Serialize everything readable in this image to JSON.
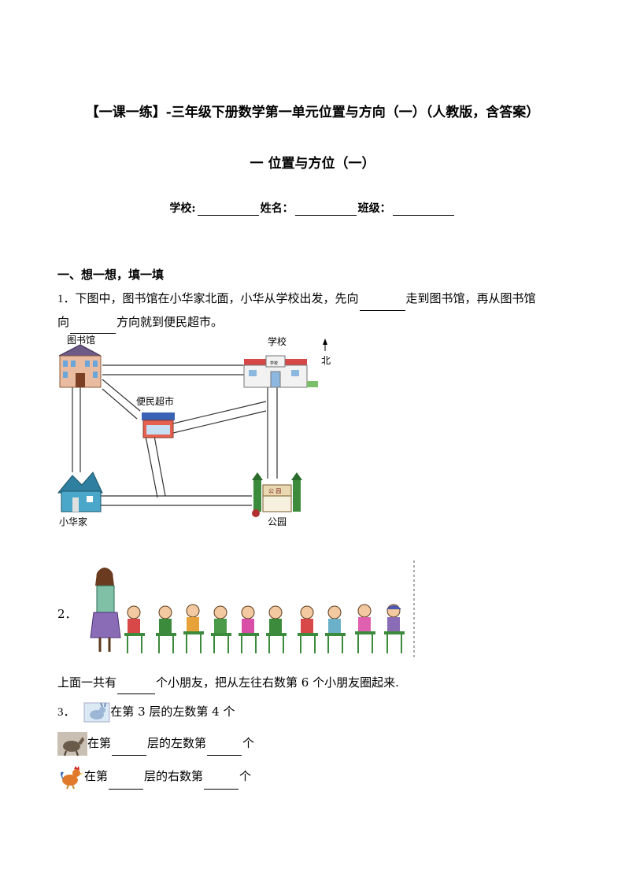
{
  "doc": {
    "title": "【一课一练】-三年级下册数学第一单元位置与方向（一）（人教版，含答案）",
    "subtitle": "一 位置与方位（一）",
    "info": {
      "school": "学校:",
      "name": "姓名：",
      "class": "班级："
    },
    "section1": "一、想一想，填一填"
  },
  "q1": {
    "num": "1．",
    "line1_a": "下图中，图书馆在小华家北面，小华从学校出发，先向",
    "line1_b": "走到图书馆，再从图书馆",
    "line2_a": "向",
    "line2_b": "方向就到便民超市。"
  },
  "map": {
    "library": "图书馆",
    "school": "学校",
    "north": "北",
    "supermarket": "便民超市",
    "home": "小华家",
    "park": "公园",
    "school_sign": "学校",
    "park_sign": "公 园"
  },
  "q2": {
    "num": "2．",
    "text_a": "上面一共有",
    "text_b": "个小朋友，把从左往右数第 6 个小朋友圈起来."
  },
  "q3": {
    "num": "3．",
    "row1": "在第 3 层的左数第 4 个",
    "row2_a": "在第",
    "row2_b": "层的左数第",
    "row2_c": "个",
    "row3_a": "在第",
    "row3_b": "层的右数第",
    "row3_c": "个"
  }
}
